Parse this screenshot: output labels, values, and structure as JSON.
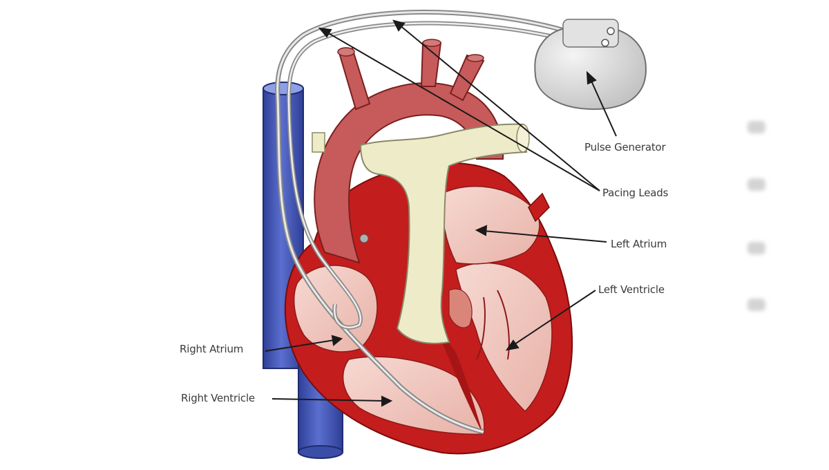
{
  "diagram": {
    "labels": {
      "pulse_generator": "Pulse Generator",
      "pacing_leads": "Pacing Leads",
      "left_atrium": "Left Atrium",
      "left_ventricle": "Left Ventricle",
      "right_atrium": "Right Atrium",
      "right_ventricle": "Right Ventricle"
    },
    "colors": {
      "muscle": "#c41d1d",
      "chamber": "#f1c8c0",
      "aorta": "#c75a5a",
      "pulmonary_artery": "#eeecc8",
      "vena_cava": "#3f54b0",
      "generator": "#dcdcdc",
      "lead": "#9a9a9a"
    }
  }
}
